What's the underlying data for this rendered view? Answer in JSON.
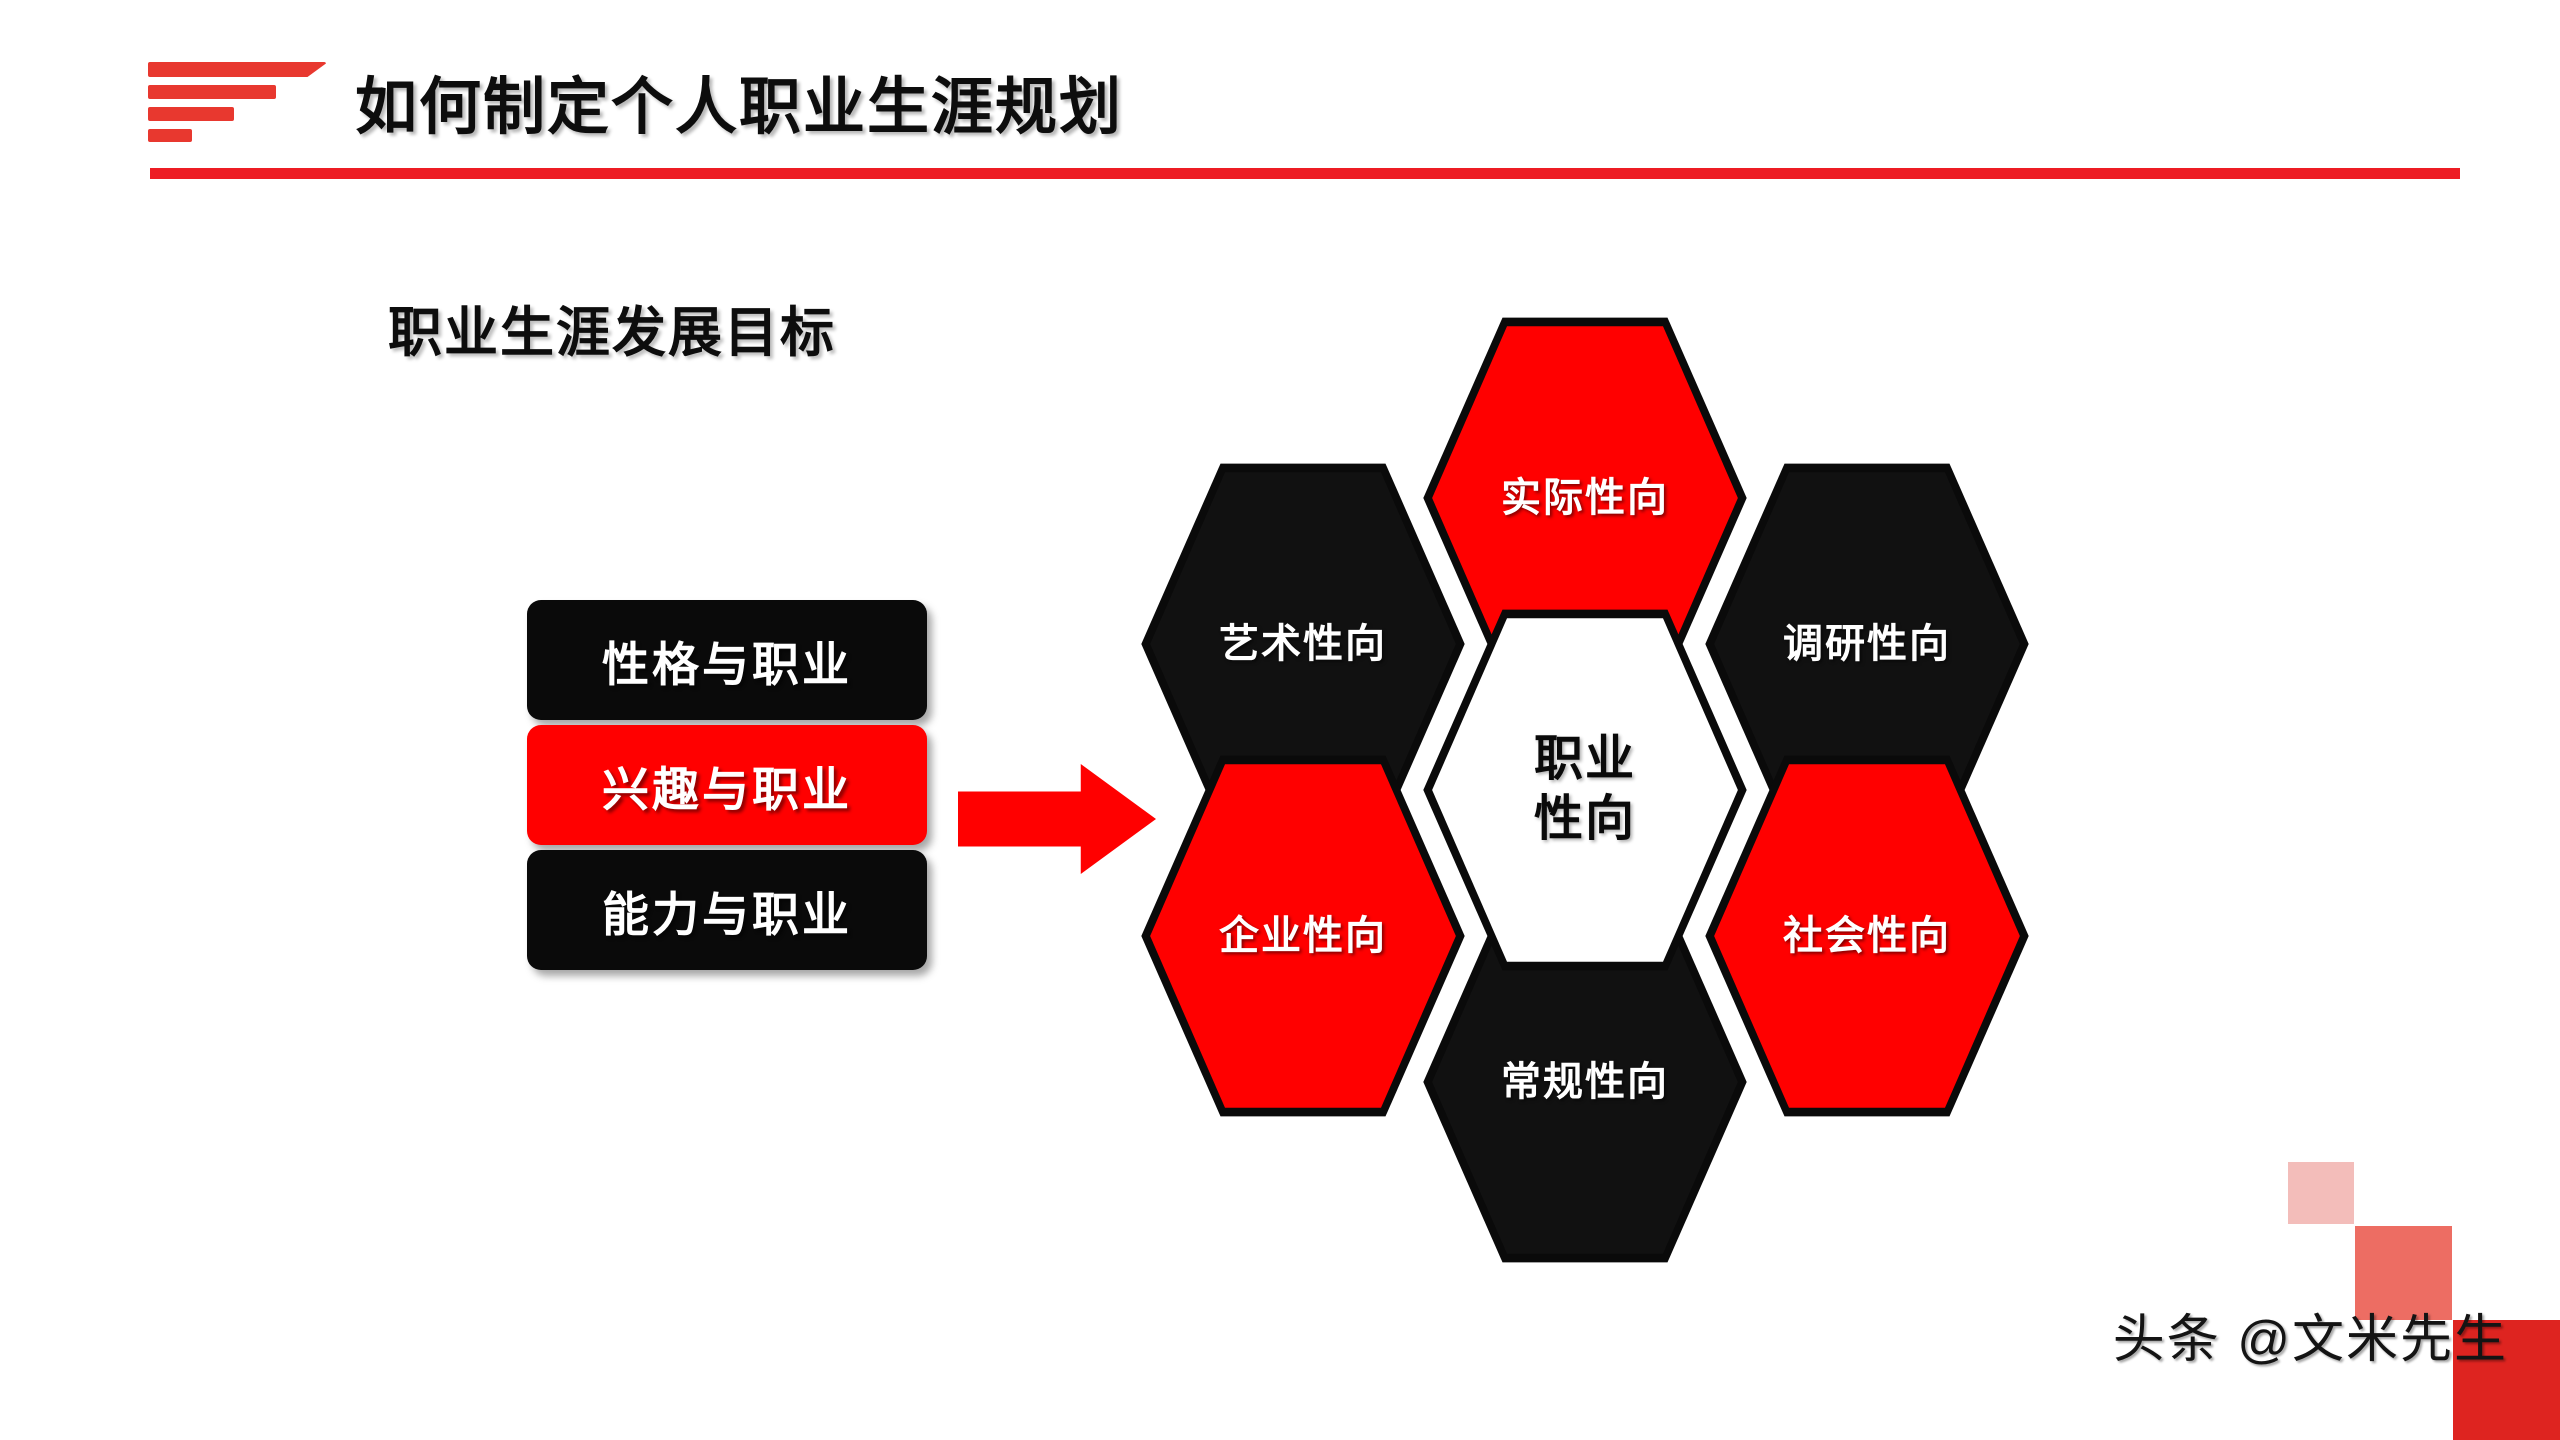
{
  "header": {
    "title": "如何制定个人职业生涯规划",
    "decoration_icon": "stacked-bars-icon",
    "rule_color": "#ED1C24"
  },
  "subtitle": {
    "text": "职业生涯发展目标"
  },
  "categories": {
    "items": [
      {
        "label": "性格与职业",
        "style": "dark",
        "color": "#0a0a0a"
      },
      {
        "label": "兴趣与职业",
        "style": "accent",
        "color": "#FF0000"
      },
      {
        "label": "能力与职业",
        "style": "dark",
        "color": "#0a0a0a"
      }
    ]
  },
  "arrow": {
    "icon": "arrow-right-icon",
    "color": "#FF0000"
  },
  "hexagons": {
    "center": {
      "label": "职业\n性向",
      "fill": "#FFFFFF",
      "text_color": "#0a0a0a"
    },
    "ring": [
      {
        "label": "实际性向",
        "position": "top",
        "fill": "#FF0000",
        "text_color": "#FFFFFF"
      },
      {
        "label": "调研性向",
        "position": "upright",
        "fill": "#111111",
        "text_color": "#FFFFFF"
      },
      {
        "label": "社会性向",
        "position": "lowright",
        "fill": "#FF0000",
        "text_color": "#FFFFFF"
      },
      {
        "label": "常规性向",
        "position": "bottom",
        "fill": "#111111",
        "text_color": "#FFFFFF"
      },
      {
        "label": "企业性向",
        "position": "lowleft",
        "fill": "#FF0000",
        "text_color": "#FFFFFF"
      },
      {
        "label": "艺术性向",
        "position": "upleft",
        "fill": "#111111",
        "text_color": "#FFFFFF"
      }
    ]
  },
  "corner_decoration": {
    "squares": [
      {
        "color": "#F3BDBA"
      },
      {
        "color": "#ED6D63"
      },
      {
        "color": "#DE2420"
      }
    ]
  },
  "watermark": {
    "text": "头条 @文米先生"
  }
}
